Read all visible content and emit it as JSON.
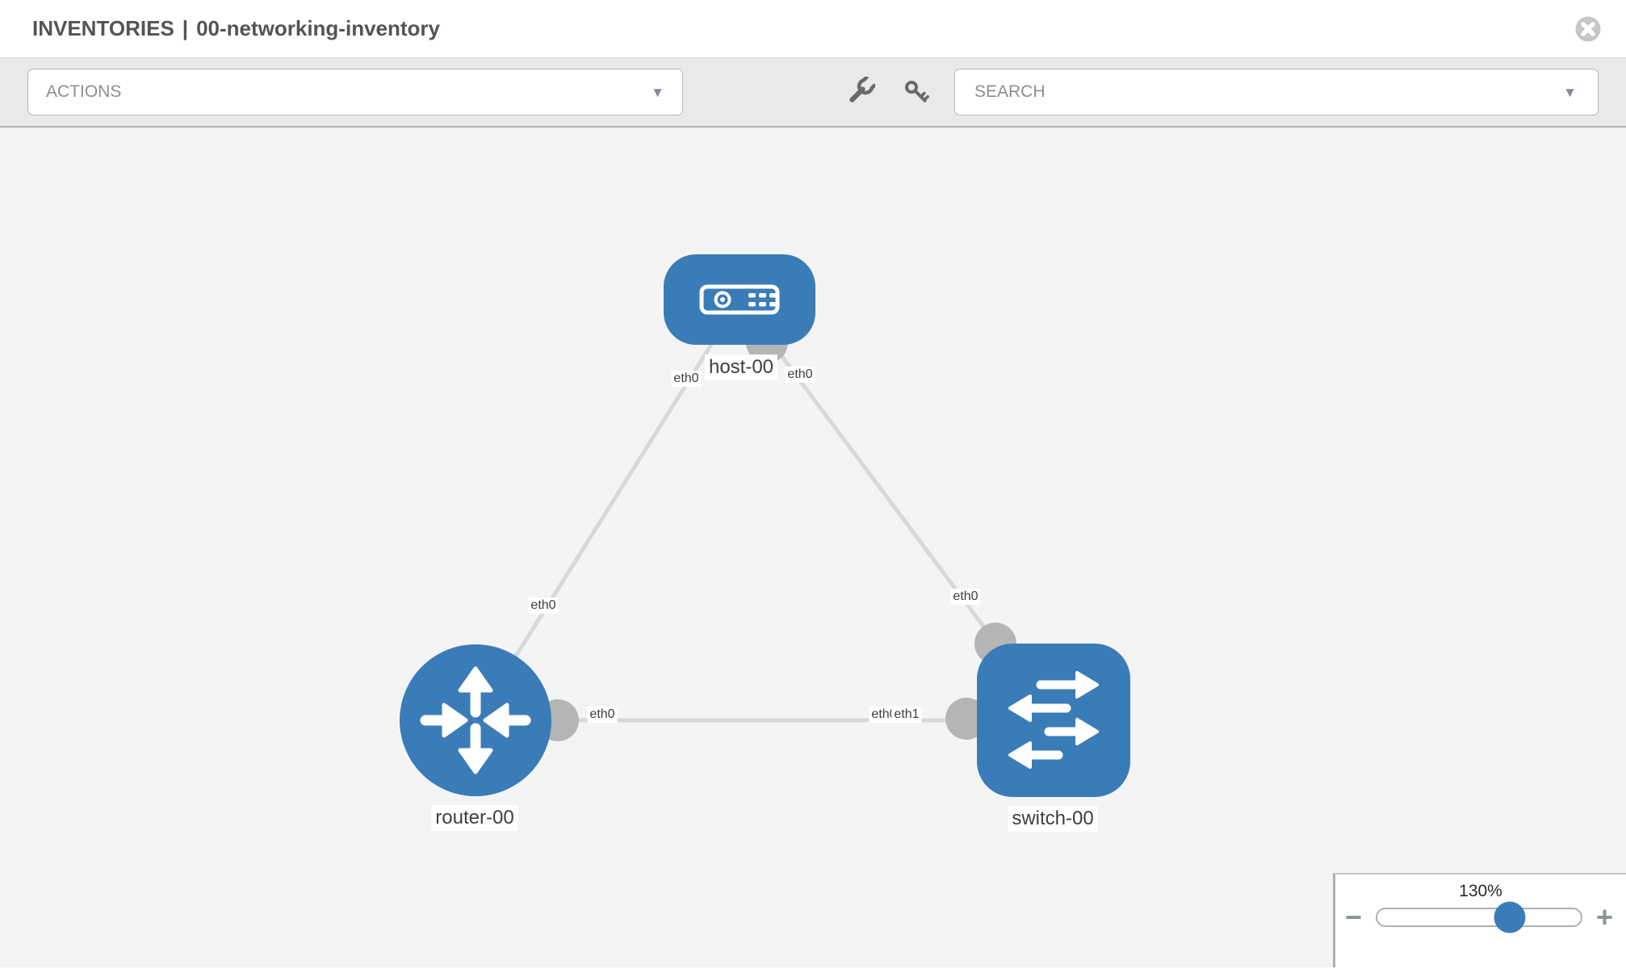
{
  "header": {
    "section": "INVENTORIES",
    "separator": "|",
    "inventory_name": "00-networking-inventory"
  },
  "toolbar": {
    "actions_label": "ACTIONS",
    "search_placeholder": "SEARCH",
    "dropdown_arrow": "▼"
  },
  "icons": {
    "wrench": "wrench-tool-icon",
    "key": "key-credential-icon",
    "close": "close-x-icon"
  },
  "topology": {
    "nodes": [
      {
        "id": "host-00",
        "label": "host-00",
        "type": "host"
      },
      {
        "id": "router-00",
        "label": "router-00",
        "type": "router"
      },
      {
        "id": "switch-00",
        "label": "switch-00",
        "type": "switch"
      }
    ],
    "links": [
      {
        "from": "host-00",
        "to": "router-00",
        "from_iface": "eth0",
        "to_iface": "eth0"
      },
      {
        "from": "host-00",
        "to": "switch-00",
        "from_iface": "eth0",
        "to_iface": "eth0"
      },
      {
        "from": "router-00",
        "to": "switch-00",
        "from_iface": "eth0",
        "to_iface": "eth1"
      }
    ],
    "iface_labels": [
      {
        "text": "eth0"
      },
      {
        "text": "eth0"
      },
      {
        "text": "eth0"
      },
      {
        "text": "eth0"
      },
      {
        "text": "eth0"
      },
      {
        "text": "eth0"
      },
      {
        "text": "eth1"
      }
    ]
  },
  "zoom_control": {
    "level": "130%",
    "zoom_out": "−",
    "zoom_in": "+"
  },
  "colors": {
    "node_blue": "#3a7cb8",
    "link_gray": "#d8d8d8",
    "iface_dot_gray": "#b5b5b5",
    "canvas_bg": "#f4f4f4",
    "toolbar_bg": "#e9e9e9"
  }
}
